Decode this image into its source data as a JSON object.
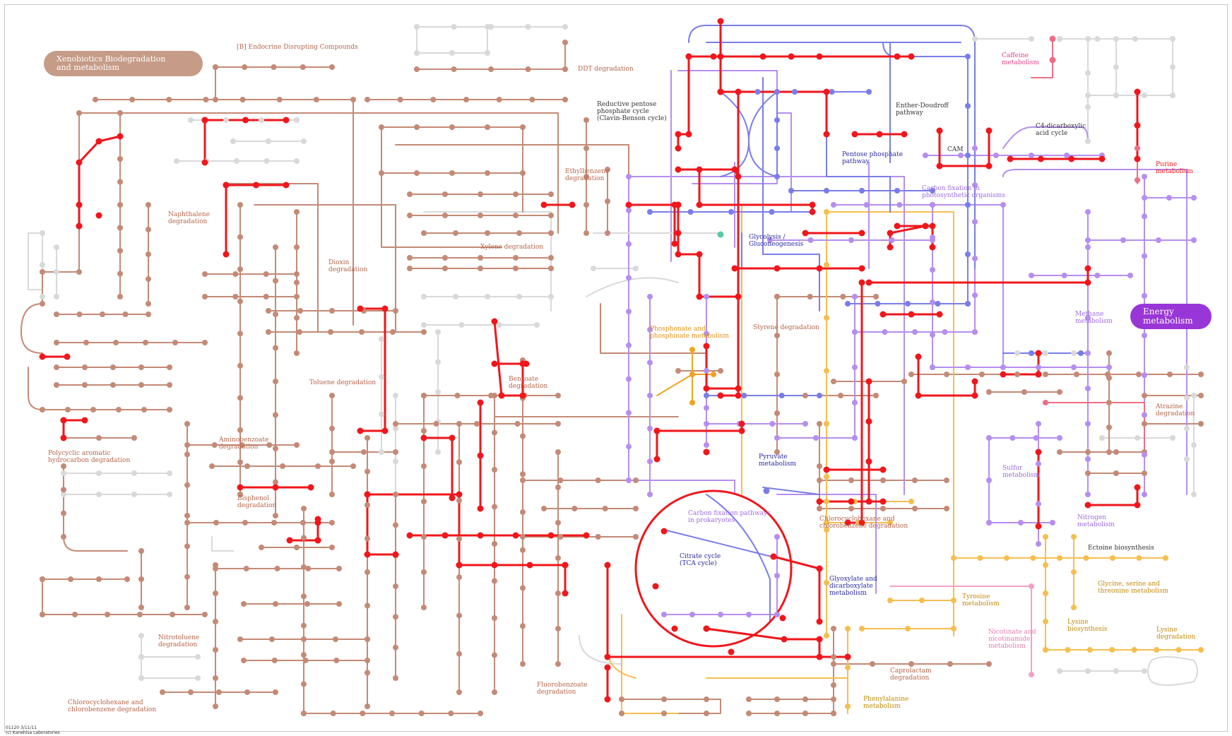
{
  "map": {
    "colors": {
      "xenobiotics": "#c48a76",
      "highlight": "#f0161b",
      "carbohydrate": "#7a7de8",
      "energy": "#b68ef0",
      "amino": "#f5bf4f",
      "inactive": "#d9d9d9",
      "nucleotide": "#f06d85",
      "cofactor": "#f5a0c6",
      "teal": "#5bc9a4",
      "orange": "#f2a21e"
    },
    "categories": {
      "xenobiotics": "Xenobiotics Biodegradation\nand metabolism",
      "energy": "Energy\nmetabolism"
    },
    "labels": {
      "endocrine": "[B] Endocrine Disrupting Compounds",
      "ddt": "DDT degradation",
      "reductive_pentose": "Reductive pentose\nphosphate cycle\n(Clavin-Benson cycle)",
      "entner": "Enther-Doudroff\npathway",
      "caffeine": "Caffeine\nmetabolism",
      "c4": "C4-dicarboxylic\nacid cycle",
      "cam": "CAM",
      "pentose": "Pentose phosphate\npathway",
      "purine": "Purine\nmetabolism",
      "ethylbenzene": "Ethylbenzene\ndegradation",
      "naphthalene": "Naphthalene\ndegradation",
      "carbon_photo": "Carbon fixation in\nphotosynthetic organisms",
      "glycolysis": "Glycolysis /\nGluconeogenesis",
      "dioxin": "Dioxin\ndegradation",
      "xylene": "Xylene degradation",
      "methane": "Methane\nmetabolism",
      "phosphonate": "Phosphonate and\nphosphinate metabolism",
      "styrene": "Styrene degradation",
      "toluene": "Toluene degradation",
      "benzoate": "Benzoate\ndegradation",
      "atrazine": "Atrazine\ndegradation",
      "aminobenzoate": "Aminobenzoate\ndegradation",
      "pyruvate": "Pyruvate\nmetabolism",
      "pah": "Polycyclic aromatic\nhydrocarbon degradation",
      "sulfur": "Sulfur\nmetabolism",
      "bisphenol": "Bisphenol\ndegradation",
      "carbon_prok": "Carbon fixation pathways\nin prokaryotes",
      "chlorocyclo_mid": "Chlorocyclohexane and\nchlorobenzene degradation",
      "nitrogen": "Nitrogen\nmetabolism",
      "ectoine": "Ectoine biosynthesis",
      "tca": "Citrate cycle\n(TCA cycle)",
      "glyoxylate": "Glyoxylate and\ndicarboxylate\nmetabolism",
      "glycine": "Glycine, serine and\nthreonine metabolism",
      "tyrosine": "Tyrosine\nmetabolism",
      "lysine_bio": "Lysine\nbiosynthesis",
      "lysine_deg": "Lysine\ndegradation",
      "nicotinate": "Nicotinate and\nnicotinamide\nmetabolism",
      "nitrotoluene": "Nitrotoluene\ndegradation",
      "caprolactam": "Caprolactam\ndegradation",
      "fluorobenzoate": "Fluorobenzoate\ndegradation",
      "chlorocyclo_low": "Chlorocyclohexane and\nchlorobenzene degradation",
      "phenylalanine": "Phenylalanine\nmetabolism"
    },
    "footer": {
      "line1": "01120 3/11/11",
      "line2": "(c) Kanehisa Laboratories"
    }
  }
}
